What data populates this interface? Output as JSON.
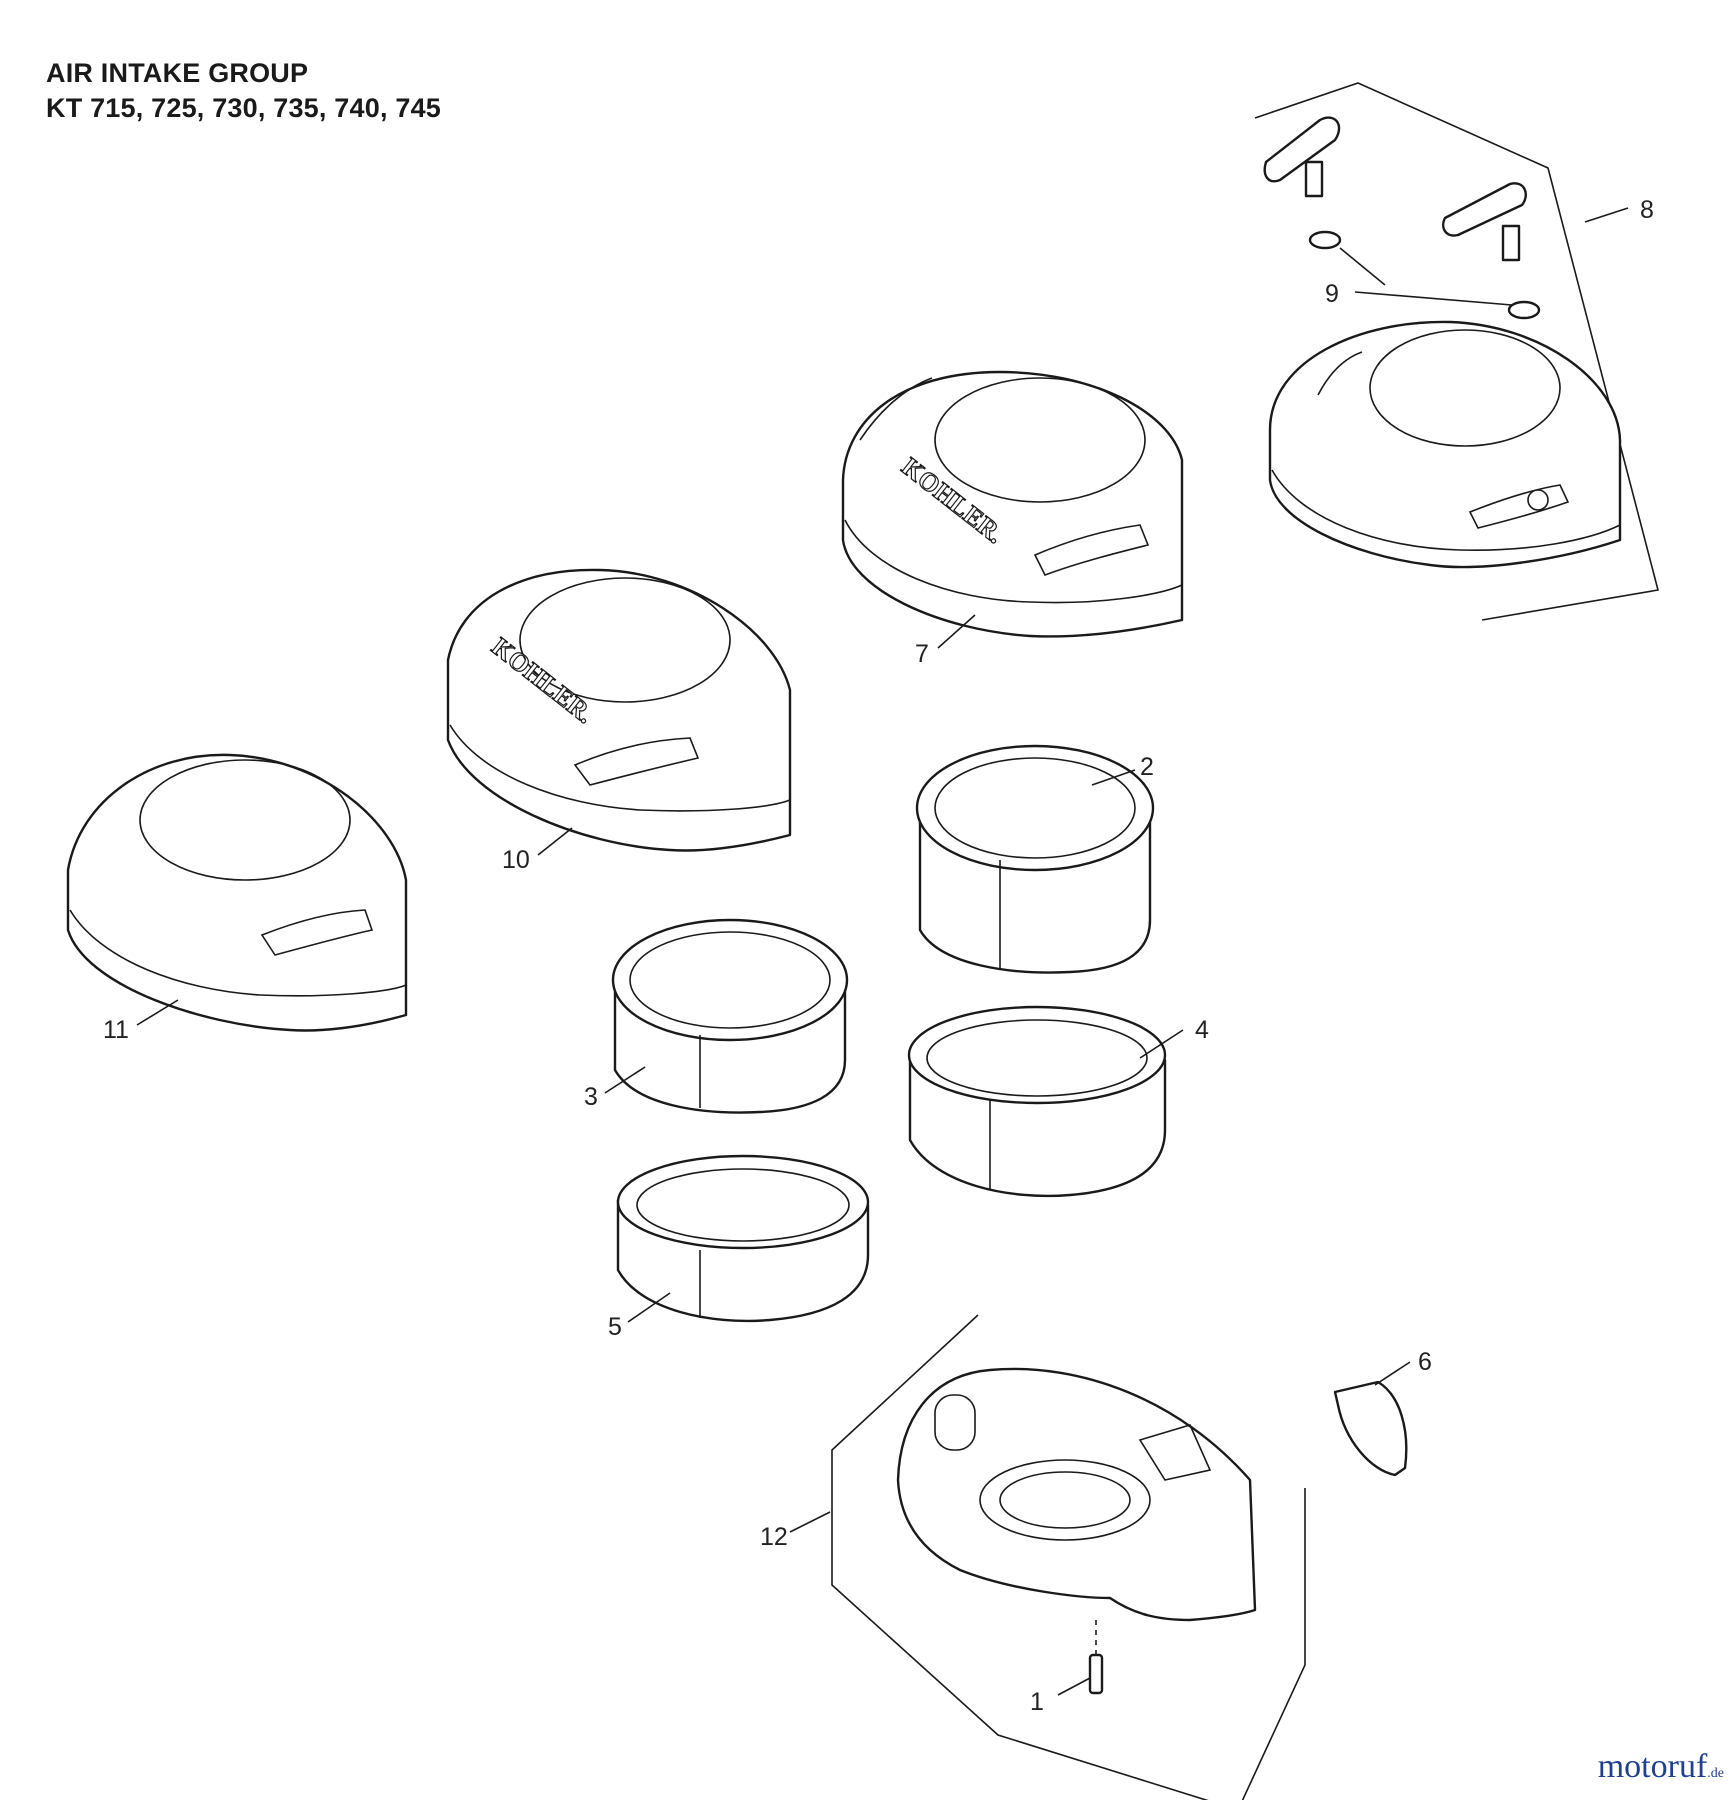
{
  "header": {
    "title": "AIR INTAKE GROUP",
    "subtitle": "KT 715, 725, 730, 735, 740, 745"
  },
  "callouts": [
    "1",
    "2",
    "3",
    "4",
    "5",
    "6",
    "7",
    "8",
    "9",
    "10",
    "11",
    "12"
  ],
  "cover_brand": "KOHLER.",
  "watermark": {
    "name": "motoruf",
    "suffix": ".de"
  },
  "colors": {
    "line": "#1a1a1a",
    "watermark": "#1f3f8f"
  }
}
